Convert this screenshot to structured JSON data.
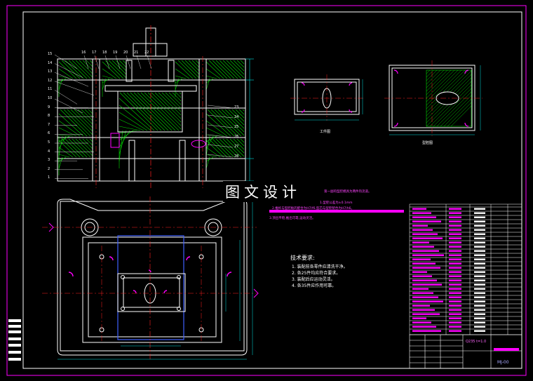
{
  "watermark": "图文设计",
  "tech_requirements": {
    "title": "技术要求:",
    "items": [
      "1. 装配前各零件应清洗干净。",
      "2. 各25件均应符合要求。",
      "3. 装配后应运动灵活。",
      "4. 各35件应作用可靠。"
    ]
  },
  "notes": [
    "第一副的型腔模具为两件热流道。",
    "1.型腔公差为±0.1mm",
    "2.推杆与型腔板的配合为H7/f6,型芯与型腔配合为H7/h6。",
    "3.顶出平稳,推出可靠,运动灵活。"
  ],
  "views": {
    "top_right_a": "工件图",
    "top_right_b": "型腔图"
  },
  "part_numbers_left": [
    "15",
    "14",
    "13",
    "12",
    "11",
    "10",
    "9",
    "8",
    "7",
    "6",
    "5",
    "4",
    "3",
    "2",
    "1"
  ],
  "part_numbers_top": [
    "16",
    "17",
    "18",
    "19",
    "20",
    "21",
    "22"
  ],
  "part_numbers_right": [
    "23",
    "24",
    "25",
    "26",
    "27",
    "28"
  ],
  "title_block": {
    "scale": "Q235 t=1.0",
    "drawing_no": "MJ-00"
  },
  "colors": {
    "frame": "#ff00ff",
    "outline": "#ffffff",
    "centerline": "#ff2020",
    "dimension": "#00e0e0",
    "hatch": "#00ff00",
    "highlight": "#ff00ff"
  }
}
